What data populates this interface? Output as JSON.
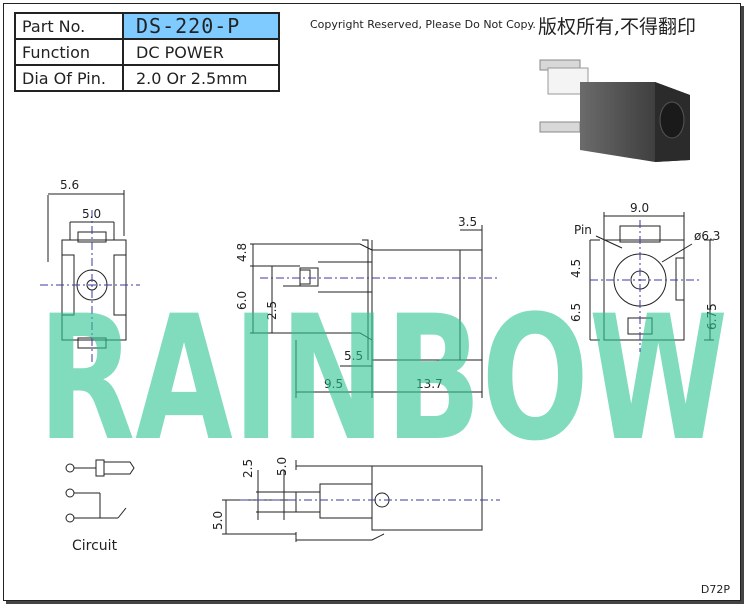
{
  "spec_table": {
    "rows": [
      {
        "label": "Part No.",
        "value": "DS-220-P"
      },
      {
        "label": "Function",
        "value": "DC POWER"
      },
      {
        "label": "Dia Of Pin.",
        "value": "2.0 Or 2.5mm"
      }
    ]
  },
  "copyright": "Copyright Reserved, Please Do Not Copy.",
  "copyright_cn": "版权所有,不得翻印",
  "watermark": "RAINBOW",
  "dimensions": {
    "side_56": "5.6",
    "side_50": "5.0",
    "top_48": "4.8",
    "top_60": "6.0",
    "top_25": "2.5",
    "top_35": "3.5",
    "top_55": "5.5",
    "top_95": "9.5",
    "top_137": "13.7",
    "front_90": "9.0",
    "front_pin": "Pin",
    "front_dia": "ø6.3",
    "front_45": "4.5",
    "front_65": "6.5",
    "front_675": "6.75",
    "bottom_25": "2.5",
    "bottom_50a": "5.0",
    "bottom_50b": "5.0"
  },
  "circuit_label": "Circuit",
  "corner_code": "D72P",
  "colors": {
    "watermark": "#2bc48f",
    "part_no_highlight": "#7fcaff",
    "line": "#222222",
    "centerline": "#3a3aa0"
  }
}
